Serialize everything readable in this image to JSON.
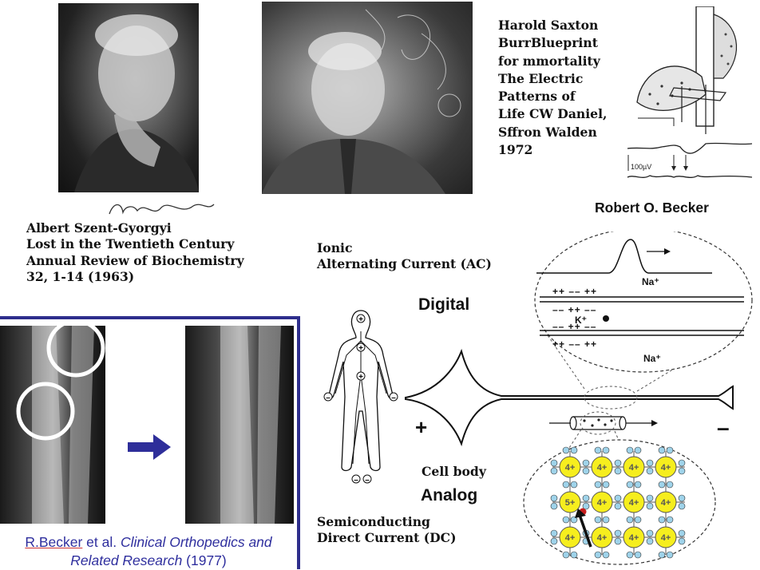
{
  "top_left_citation": {
    "lines": [
      "Albert Szent-Gyorgyi",
      "Lost in the Twentieth Century",
      "Annual Review of Biochemistry",
      "32, 1-14 (1963)"
    ]
  },
  "burr_citation": {
    "lines": [
      "Harold Saxton",
      "BurrBlueprint",
      "for mmortality",
      "The Electric",
      "Patterns of",
      "Life CW Daniel,",
      "Sffron Walden",
      "1972"
    ]
  },
  "becker_name": "Robert O. Becker",
  "ionic": {
    "line1": "Ionic",
    "line2": "Alternating Current (AC)"
  },
  "semiconducting": {
    "line1": "Semiconducting",
    "line2": "Direct Current (DC)"
  },
  "digital_label": "Digital",
  "analog_label": "Analog",
  "cell_body_label": "Cell body",
  "plus_sign": "+",
  "minus_sign": "–",
  "membrane": {
    "na_top": "Na⁺",
    "na_bottom": "Na⁺",
    "k": "K⁺",
    "upper_top_row": "++ –– ++",
    "upper_bottom_row": "–– ++ ––",
    "lower_top_row": "–– ++ ––",
    "lower_bottom_row": "++ –– ++"
  },
  "lattice": {
    "ion_label": "4+",
    "dopant_label": "5+"
  },
  "xray_reference": {
    "authors": "R.Becker",
    "et_al": " et al. ",
    "journal": "Clinical Orthopedics and Related Research",
    "year": " (1977)"
  },
  "body_signs": {
    "head": "+",
    "chest": "+",
    "pelvis": "+",
    "hands": "–",
    "feet": "–"
  },
  "microvolt_label": "100µV",
  "colors": {
    "frame_blue": "#2e2e8c",
    "ref_blue": "#2f2f9e",
    "arrow_blue": "#2e2e9a",
    "ion_yellow": "#f6ee1e",
    "electron_blue": "#9fd3ea",
    "dopant_red": "#c81e1e"
  }
}
